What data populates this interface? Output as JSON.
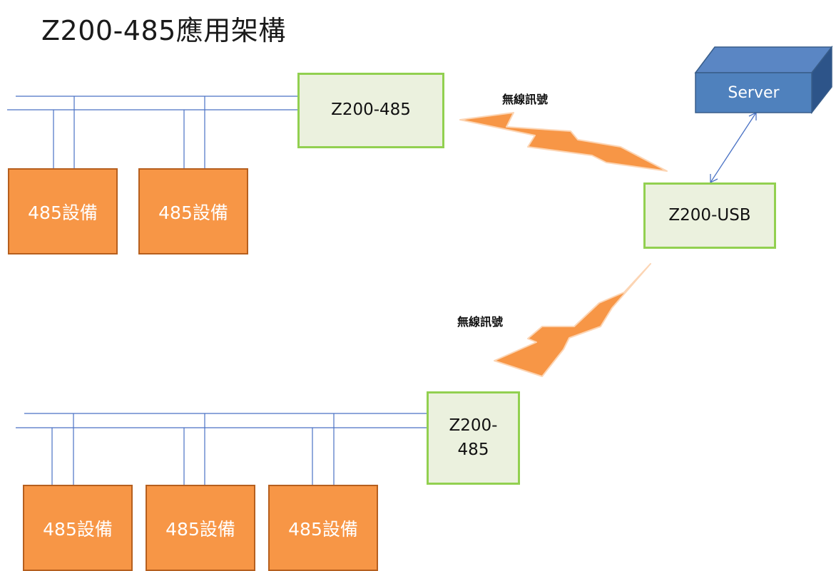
{
  "title": "Z200-485應用架構",
  "server": {
    "label": "Server"
  },
  "usb_node": {
    "label": "Z200-USB"
  },
  "top_node": {
    "label": "Z200-485"
  },
  "bottom_node": {
    "line1": "Z200-",
    "line2": "485"
  },
  "signal_label": "無線訊號",
  "device_label": "485設備",
  "colors": {
    "node_fill": "#ebf1de",
    "node_border": "#92d050",
    "device_fill": "#f79646",
    "device_border": "#b65f1e",
    "server_front": "#4f81bd",
    "bus_line": "#4a72c4",
    "signal_bolt": "#f79646"
  }
}
